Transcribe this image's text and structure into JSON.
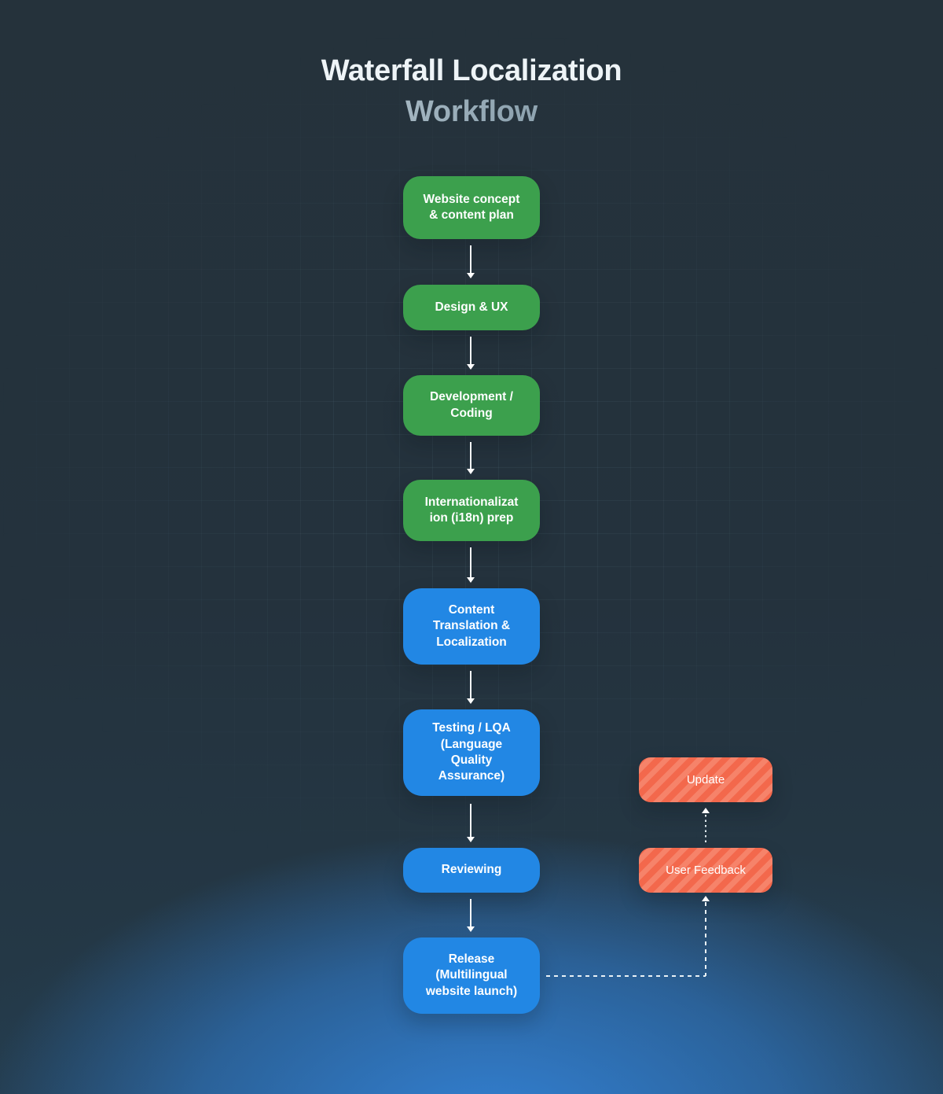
{
  "title": {
    "line1": "Waterfall Localization",
    "line2": "Workflow"
  },
  "colors": {
    "background_top": "#25323b",
    "bottom_glow_blue": "#3382d6",
    "stage_green": "#3ca04d",
    "stage_blue": "#2287e4",
    "feedback_orange": "#f3684c",
    "feedback_orange_stripe": "#f6836a",
    "text": "#ffffff",
    "connector": "#f4f8fa"
  },
  "flow": {
    "nodes": [
      {
        "id": "concept",
        "type": "green",
        "label": "Website concept\n& content plan"
      },
      {
        "id": "design",
        "type": "green",
        "label": "Design & UX"
      },
      {
        "id": "development",
        "type": "green",
        "label": "Development /\nCoding"
      },
      {
        "id": "i18n",
        "type": "green",
        "label": "Internationalizat\nion (i18n) prep"
      },
      {
        "id": "translation",
        "type": "blue",
        "label": "Content\nTranslation &\nLocalization"
      },
      {
        "id": "testing",
        "type": "blue",
        "label": "Testing / LQA\n(Language\nQuality\nAssurance)"
      },
      {
        "id": "reviewing",
        "type": "blue",
        "label": "Reviewing"
      },
      {
        "id": "release",
        "type": "blue",
        "label": "Release\n(Multilingual\nwebsite launch)"
      }
    ],
    "side_nodes": [
      {
        "id": "update",
        "type": "orange",
        "label": "Update"
      },
      {
        "id": "user-feedback",
        "type": "orange",
        "label": "User Feedback"
      }
    ],
    "edges": [
      {
        "from": "concept",
        "to": "design",
        "style": "solid"
      },
      {
        "from": "design",
        "to": "development",
        "style": "solid"
      },
      {
        "from": "development",
        "to": "i18n",
        "style": "solid"
      },
      {
        "from": "i18n",
        "to": "translation",
        "style": "solid"
      },
      {
        "from": "translation",
        "to": "testing",
        "style": "solid"
      },
      {
        "from": "testing",
        "to": "reviewing",
        "style": "solid"
      },
      {
        "from": "reviewing",
        "to": "release",
        "style": "solid"
      },
      {
        "from": "release",
        "to": "user-feedback",
        "style": "dashed"
      },
      {
        "from": "user-feedback",
        "to": "update",
        "style": "dotted"
      }
    ]
  }
}
